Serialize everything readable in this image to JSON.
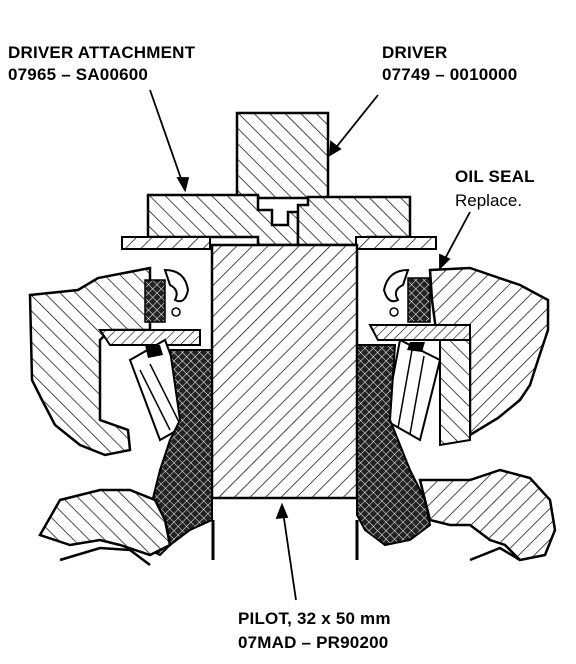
{
  "labels": {
    "driver_attachment": {
      "name": "DRIVER ATTACHMENT",
      "part_no": "07965 – SA00600"
    },
    "driver": {
      "name": "DRIVER",
      "part_no": "07749 – 0010000"
    },
    "oil_seal": {
      "name": "OIL SEAL",
      "note": "Replace."
    },
    "pilot": {
      "name": "PILOT, 32 x 50 mm",
      "part_no": "07MAD – PR90200"
    }
  },
  "colors": {
    "ink": "#000000",
    "paper": "#ffffff"
  }
}
